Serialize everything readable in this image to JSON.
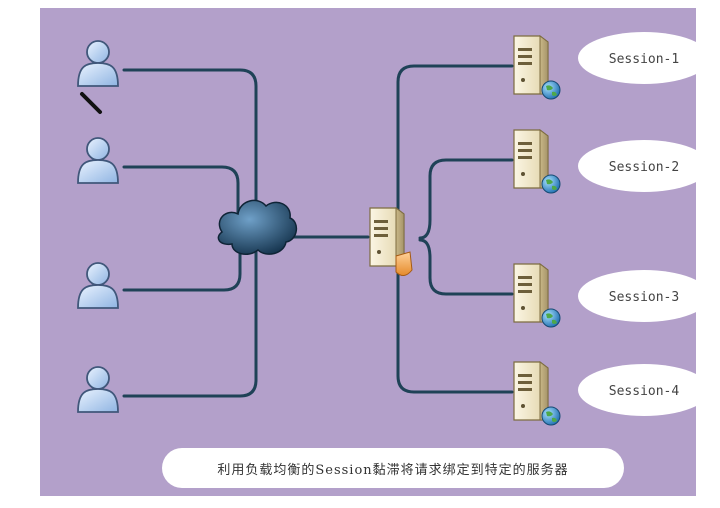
{
  "diagram": {
    "background_color": "#b3a0ca",
    "line_color": "#1f4257",
    "clients": [
      {
        "icon": "user-with-pen-icon"
      },
      {
        "icon": "user-icon"
      },
      {
        "icon": "user-icon"
      },
      {
        "icon": "user-icon"
      }
    ],
    "network_icon": "cloud-network-icon",
    "load_balancer_icon": "load-balancer-server-icon",
    "servers": [
      {
        "icon": "web-server-icon",
        "session_label": "Session-1"
      },
      {
        "icon": "web-server-icon",
        "session_label": "Session-2"
      },
      {
        "icon": "web-server-icon",
        "session_label": "Session-3"
      },
      {
        "icon": "web-server-icon",
        "session_label": "Session-4"
      }
    ],
    "caption": "利用负载均衡的Session黏滞将请求绑定到特定的服务器"
  }
}
